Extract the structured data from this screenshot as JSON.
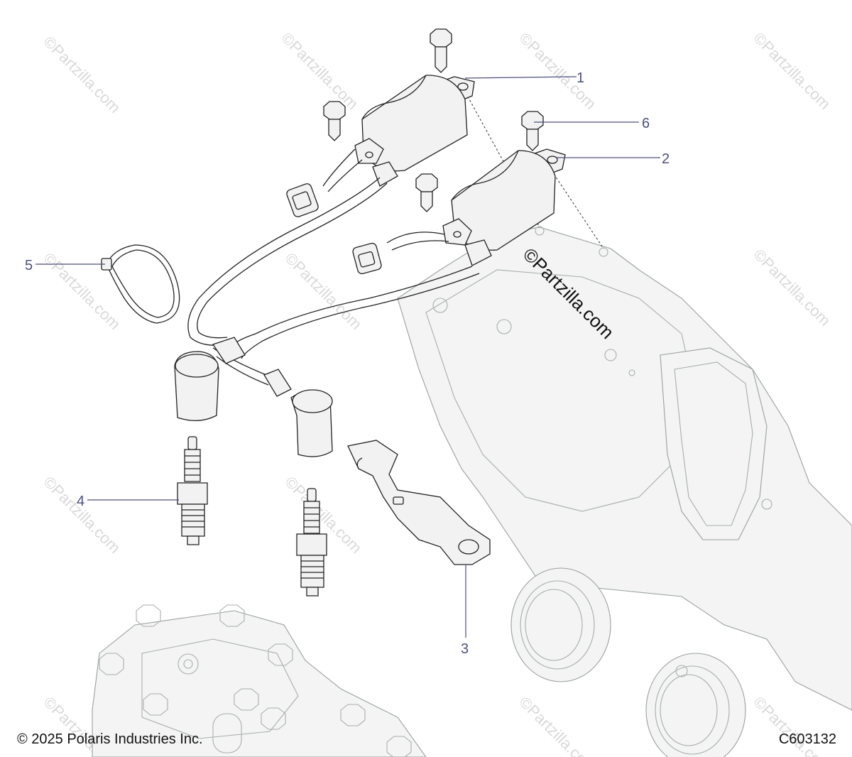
{
  "callouts": [
    "1",
    "2",
    "3",
    "4",
    "5",
    "6"
  ],
  "watermark": "©Partzilla.com",
  "footer": {
    "copyright": "© 2025 Polaris Industries Inc.",
    "diagram_code": "C603132"
  },
  "colors": {
    "callout": "#4a4f86",
    "line_art": "#222222",
    "ghost_parts": "#9aa0a0"
  }
}
